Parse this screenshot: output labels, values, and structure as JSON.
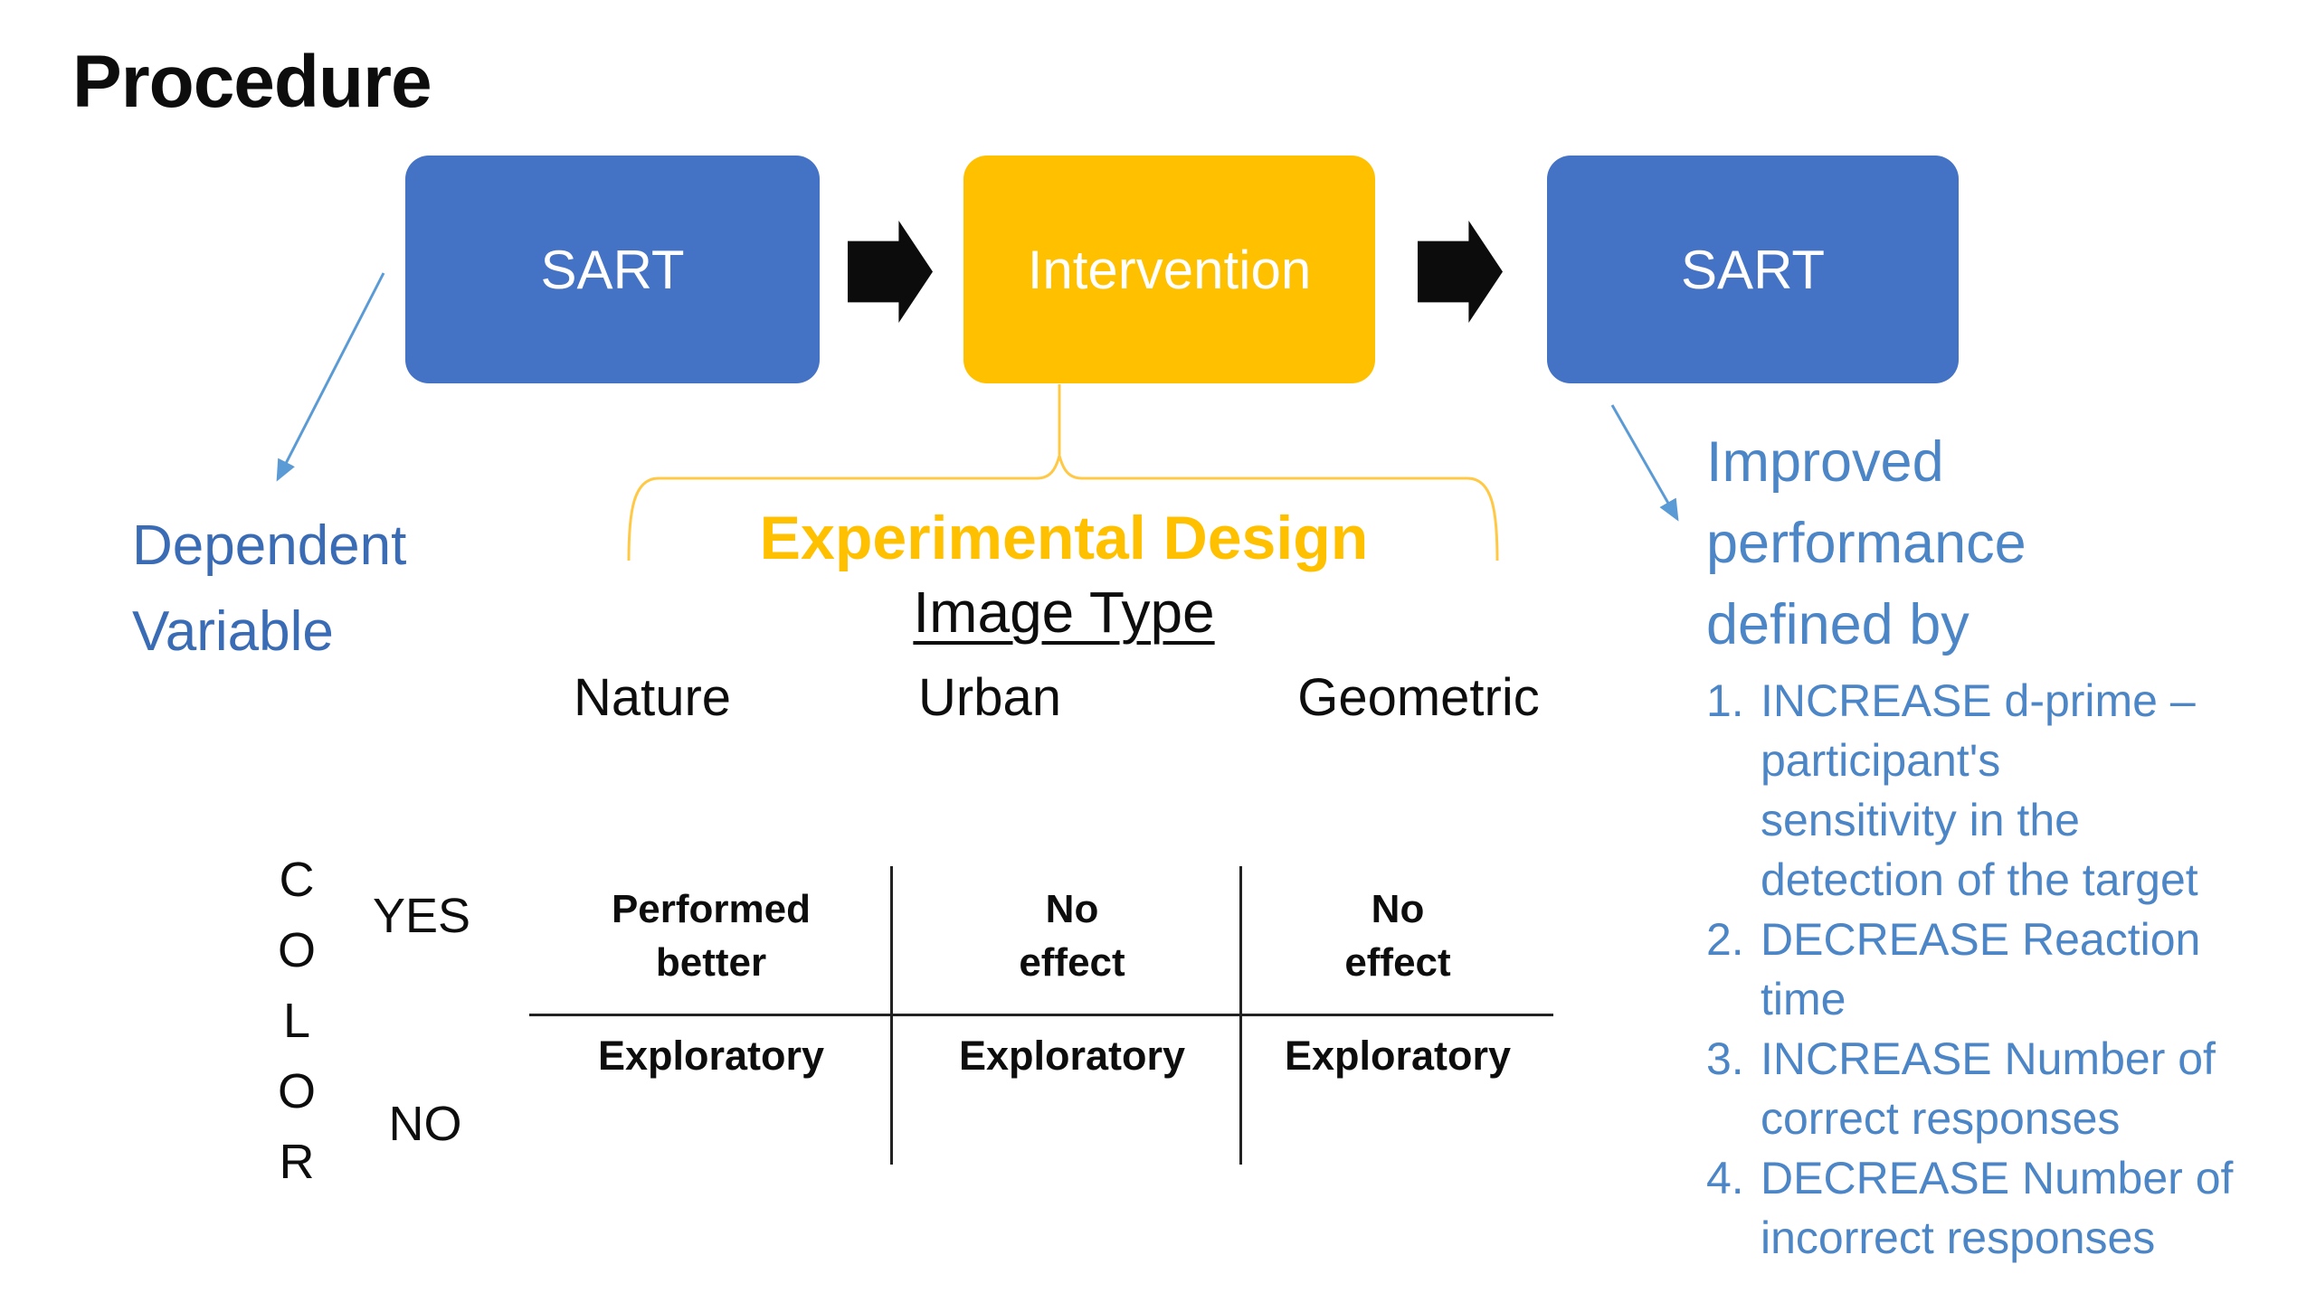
{
  "colors": {
    "box_blue": "#4472C4",
    "gold": "#FFC000",
    "brace_gold": "#FFC845",
    "arrow_blue": "#5B9BD5",
    "label_blue": "#3A6BB5",
    "right_blue": "#4C86C6",
    "ink": "#0C0C0C"
  },
  "title": "Procedure",
  "flow": {
    "box1": "SART",
    "box2": "Intervention",
    "box3": "SART"
  },
  "dependent_variable_label": "Dependent\nVariable",
  "experimental_design": {
    "label": "Experimental Design",
    "image_type_label": "Image Type",
    "columns": [
      "Nature",
      "Urban",
      "Geometric"
    ]
  },
  "table": {
    "row_axis_label": "C\nO\nL\nO\nR",
    "row_yes": "YES",
    "row_no": "NO",
    "cells_yes": [
      "Performed\nbetter",
      "No\neffect",
      "No\neffect"
    ],
    "cells_no": [
      "Exploratory",
      "Exploratory",
      "Exploratory"
    ]
  },
  "improved": {
    "heading": "Improved\nperformance\ndefined by",
    "items": [
      {
        "num": "1.",
        "text": "INCREASE d-prime –\nparticipant's\nsensitivity in the\ndetection of the target"
      },
      {
        "num": "2.",
        "text": "DECREASE Reaction\ntime"
      },
      {
        "num": "3.",
        "text": "INCREASE Number of\ncorrect responses"
      },
      {
        "num": "4.",
        "text": "DECREASE Number of\nincorrect responses"
      }
    ]
  }
}
